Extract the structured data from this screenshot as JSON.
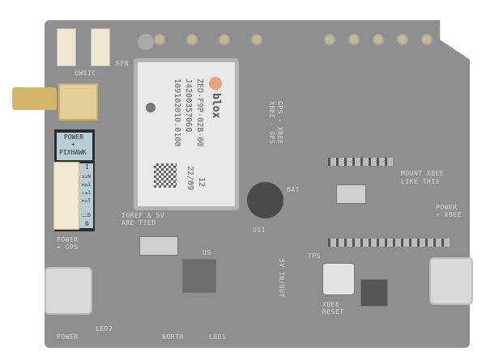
{
  "gps_module": {
    "brand": "blox",
    "part": "ZED-F9P-02B-00",
    "serial": "J4200357060",
    "code": "109102010.0100",
    "rev": "12",
    "date": "22/09"
  },
  "pixhawk_port": {
    "title_line1": "POWER",
    "title_plus": "+",
    "title_line2": "PIXHAWK",
    "pin_first": "1",
    "pins": [
      "VIN",
      "RX1",
      "TX1",
      "RST",
      "",
      "GND"
    ],
    "pin_last": "6"
  },
  "labels": {
    "qwiic": "QWIIC",
    "sfb": "SFB",
    "power_gps": "POWER + GPS",
    "power_xbee": "POWER + XBEE",
    "mount_xbee": "MOUNT XBEE LIKE THIS",
    "xbee_reset": "XBEE RESET",
    "north": "NORTH",
    "led1": "LED1",
    "led2": "LED2",
    "power": "POWER",
    "bat": "BAT",
    "u5": "U5",
    "u11": "U11",
    "ioref": "IOREF & 5V ARE TIED",
    "xbee_gps": "XBEE - GPS",
    "gps_xbee": "GPS - XBEE",
    "tps": "TPS",
    "vin_out": "5V IN/OUT"
  },
  "colors": {
    "board": "#8f8f8f",
    "highlight": "#2d2d2d",
    "silk": "#d8d8d8"
  }
}
